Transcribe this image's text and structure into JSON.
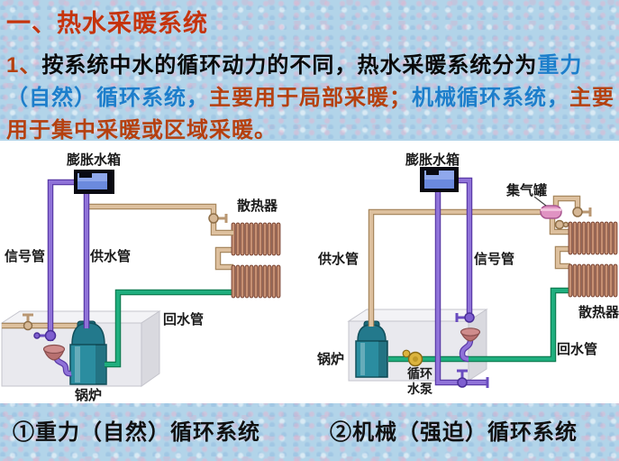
{
  "slide": {
    "title": "一、热水采暖系统",
    "paragraph": {
      "number": "1、",
      "part_black": "按系统中水的循环动力的不同，热水采暖系统分为",
      "part_blue_1": "重力（自然）循环系统，",
      "part_red_1": "主要用于局部采暖；",
      "part_blue_2": "机械循环系统，",
      "part_red_2": "主要用于集中采暖或区域采暖。"
    }
  },
  "diagram_left": {
    "caption": "①重力（自然）循环系统",
    "labels": {
      "expansion_tank": "膨胀水箱",
      "radiator": "散热器",
      "signal_pipe": "信号管",
      "supply_pipe": "供水管",
      "return_pipe": "回水管",
      "boiler": "锅炉"
    }
  },
  "diagram_right": {
    "caption": "②机械（强迫）循环系统",
    "labels": {
      "expansion_tank": "膨胀水箱",
      "air_collector": "集气罐",
      "supply_pipe": "供水管",
      "signal_pipe": "信号管",
      "radiator": "散热器",
      "return_pipe": "回水管",
      "boiler": "锅炉",
      "pump_line1": "循环",
      "pump_line2": "水泵"
    }
  },
  "colors": {
    "background_blue": "#b2d4e9",
    "panel_white": "#ffffff",
    "title_red": "#c5340d",
    "text_black": "#0a0a0a",
    "text_blue": "#1d7ecb",
    "text_red": "#b5400f",
    "pipe_purple": "#8f72d8",
    "pipe_tan": "#ddc09e",
    "pipe_green": "#1fae7e",
    "boiler_teal": "#2b8da0",
    "radiator_copper": "#c69073",
    "tank_water_blue": "#7b9ce8",
    "pump_yellow": "#dcb43e",
    "air_collector_pink": "#e093c3",
    "sink_pink": "#cf8c8c"
  }
}
